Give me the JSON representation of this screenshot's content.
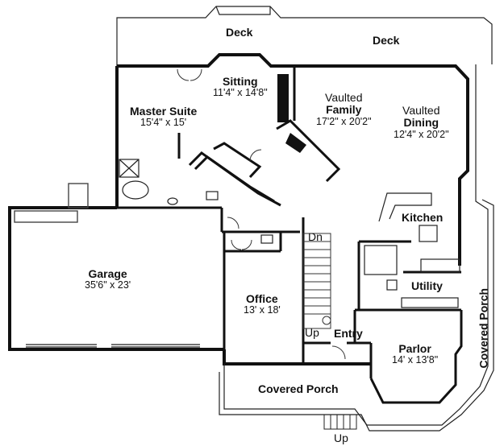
{
  "colors": {
    "wall": "#111111",
    "line": "#222222",
    "background": "#ffffff"
  },
  "rooms": {
    "deck_left": {
      "name": "Deck"
    },
    "deck_right": {
      "name": "Deck"
    },
    "sitting": {
      "name": "Sitting",
      "dims": "11'4\" x 14'8\""
    },
    "master_suite": {
      "name": "Master Suite",
      "dims": "15'4\" x 15'"
    },
    "family": {
      "prefix": "Vaulted",
      "name": "Family",
      "dims": "17'2\" x 20'2\""
    },
    "dining": {
      "prefix": "Vaulted",
      "name": "Dining",
      "dims": "12'4\" x 20'2\""
    },
    "kitchen": {
      "name": "Kitchen"
    },
    "garage": {
      "name": "Garage",
      "dims": "35'6\" x 23'"
    },
    "office": {
      "name": "Office",
      "dims": "13' x 18'"
    },
    "utility": {
      "name": "Utility"
    },
    "entry": {
      "name": "Entry"
    },
    "parlor": {
      "name": "Parlor",
      "dims": "14' x 13'8\""
    },
    "covered_porch_front": {
      "name": "Covered Porch"
    },
    "covered_porch_side": {
      "name": "Covered Porch"
    }
  },
  "stairs": {
    "down": "Dn",
    "up": "Up"
  },
  "porch_steps": {
    "up": "Up"
  }
}
